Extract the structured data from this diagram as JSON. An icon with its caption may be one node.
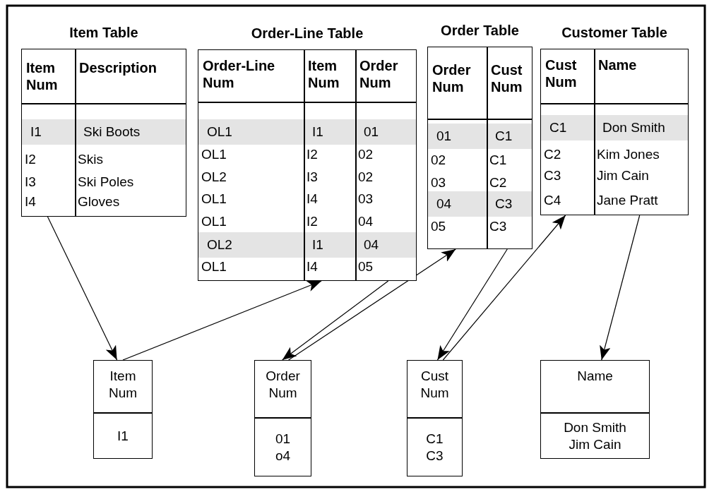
{
  "diagram": {
    "nodes": [
      {
        "text": [
          "Item Table",
          "Item Num",
          "Description",
          "I1",
          "Ski Boots",
          "I2",
          "Skis",
          "I3",
          "Ski Poles",
          "I4",
          "Gloves"
        ]
      },
      {
        "text": [
          "Order-Line Table",
          "Order-Line Num",
          "Item Num",
          "Order Num",
          "OL1",
          "I1",
          "01",
          "OL1",
          "I2",
          "02",
          "OL2",
          "I3",
          "02",
          "OL1",
          "I4",
          "03",
          "OL1",
          "I2",
          "04",
          "OL2",
          "I1",
          "04",
          "OL1",
          "I4",
          "05"
        ]
      },
      {
        "text": [
          "Order Table",
          "Order Num",
          "Cust Num",
          "01",
          "C1",
          "02",
          "C1",
          "03",
          "C2",
          "04",
          "C3",
          "05",
          "C3"
        ]
      },
      {
        "text": [
          "Customer Table",
          "Cust Num",
          "Name",
          "C1",
          "Don Smith",
          "C2",
          "Kim Jones",
          "C3",
          "Jim Cain",
          "C4",
          "Jane Pratt"
        ]
      },
      {
        "text": [
          "Item Num",
          "I1"
        ]
      },
      {
        "text": [
          "Order Num",
          "01 o4"
        ]
      },
      {
        "text": [
          "Cust Num",
          "C1 C3"
        ]
      },
      {
        "text": [
          "Name",
          "Don Smith Jim Cain"
        ]
      }
    ],
    "edges": [
      {
        "from": 0,
        "to": 4,
        "arrow": "to"
      },
      {
        "from": 4,
        "to": 1,
        "arrow": "to"
      },
      {
        "from": 1,
        "to": 5,
        "arrow": "to"
      },
      {
        "from": 5,
        "to": 2,
        "arrow": "to"
      },
      {
        "from": 2,
        "to": 6,
        "arrow": "to"
      },
      {
        "from": 6,
        "to": 3,
        "arrow": "to"
      },
      {
        "from": 3,
        "to": 7,
        "arrow": "to"
      }
    ]
  }
}
